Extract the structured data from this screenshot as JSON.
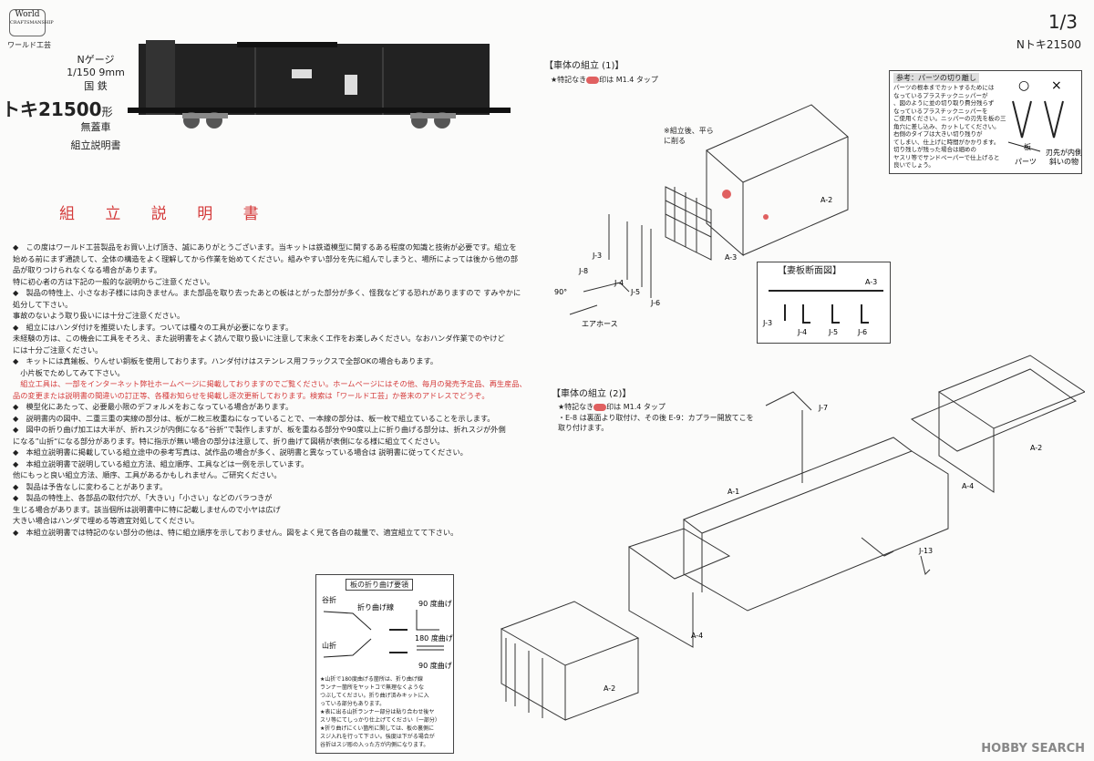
{
  "brand": {
    "logo_line1": "World",
    "logo_line2": "CRAFTSMANSHIP",
    "maker": "ワールド工芸"
  },
  "header": {
    "gauge": "Nゲージ",
    "scale": "1/150 9mm",
    "railway": "国 鉄",
    "model": "トキ21500",
    "model_suffix": "形",
    "car_type": "無蓋車",
    "doc_type": "組立説明書"
  },
  "page": {
    "number": "1/3",
    "code": "Nトキ21500"
  },
  "doc_title": "組 立 説 明 書",
  "paragraphs": [
    {
      "text": "◆　この度はワールド工芸製品をお買い上げ頂き、誠にありがとうございます。当キットは鉄道模型に関するある程度の知識と技術が必要です。組立を",
      "red": false
    },
    {
      "text": "始める前にまず通読して、全体の構造をよく理解してから作業を始めてください。組みやすい部分を先に組んでしまうと、場所によっては後から他の部",
      "red": false
    },
    {
      "text": "品が取りつけられなくなる場合があります。",
      "red": false
    },
    {
      "text": "特に初心者の方は下記の一般的な説明からご注意ください。",
      "red": false
    },
    {
      "text": "◆　製品の特性上、小さなお子様には向きません。また部品を取り去ったあとの板はとがった部分が多く、怪我などする恐れがありますので すみやかに",
      "red": false
    },
    {
      "text": "処分して下さい。",
      "red": false
    },
    {
      "text": "事故のないよう取り扱いには十分ご注意ください。",
      "red": false
    },
    {
      "text": "◆　組立にはハンダ付けを推奨いたします。ついては種々の工具が必要になります。",
      "red": false
    },
    {
      "text": "未経験の方は、この機会に工具をそろえ、また説明書をよく読んで取り扱いに注意して末永く工作をお楽しみください。なおハンダ作業でのやけど",
      "red": false
    },
    {
      "text": "には十分ご注意ください。",
      "red": false
    },
    {
      "text": "◆　キットには真鍮板、りんせい銅板を使用しております。ハンダ付けはステンレス用フラックスで全部OKの場合もあります。",
      "red": false
    },
    {
      "text": "　小片板でためしてみて下さい。",
      "red": false
    },
    {
      "text": "　組立工具は、一部をインターネット弊社ホームページに掲載しておりますのでご覧ください。ホームページにはその他、毎月の発売予定品、再生産品、",
      "red": true
    },
    {
      "text": "品の変更または説明書の間違いの訂正等、各種お知らせを掲載し逐次更新しております。検索は「ワールド工芸」か巻末のアドレスでどうぞ。",
      "red": true
    },
    {
      "text": "◆　模型化にあたって、必要最小限のデフォルメをおこなっている場合があります。",
      "red": false
    },
    {
      "text": "◆　説明書内の図中、二重三重の実線の部分は、板が二枚三枚重ねになっていることで、一本線の部分は、板一枚で組立ていることを示します。",
      "red": false
    },
    {
      "text": "◆　図中の折り曲げ加工は大半が、折れスジが内側になる“谷折”で製作しますが、板を重ねる部分や90度以上に折り曲げる部分は、折れスジが外側",
      "red": false
    },
    {
      "text": "になる”山折“になる部分があります。特に指示が無い場合の部分は注意して、折り曲げて図柄が表側になる様に組立てください。",
      "red": false
    },
    {
      "text": "◆　本組立説明書に掲載している組立途中の参考写真は、試作品の場合が多く、説明書と異なっている場合は 説明書に従ってください。",
      "red": false
    },
    {
      "text": "◆　本組立説明書で説明している組立方法、組立順序、工具などは一例を示しています。",
      "red": false
    },
    {
      "text": "他にもっと良い組立方法、順序、工具があるかもしれません。ご研究ください。",
      "red": false
    },
    {
      "text": "◆　製品は予告なしに変わることがあります。",
      "red": false
    },
    {
      "text": "◆　製品の特性上、各部品の取付穴が、「大きい」「小さい」などのバラつきが",
      "red": false
    },
    {
      "text": "生じる場合があります。該当個所は説明書中に特に記載しませんので小ヤは広げ",
      "red": false
    },
    {
      "text": "大きい場合はハンダで埋める等適宜対処してください。",
      "red": false
    },
    {
      "text": "◆　本組立説明書では特記のない部分の他は、特に組立順序を示しておりません。図をよく見て各自の裁量で、適宜組立てて下さい。",
      "red": false
    }
  ],
  "section1": {
    "title": "【車体の組立 (1)】",
    "note_pre": "★特記なき",
    "note_post": "印は M1.4 タップ",
    "callout": "※組立後、平らに削る",
    "labels": [
      "A-2",
      "A-3",
      "J-3",
      "J-4",
      "J-5",
      "J-6",
      "J-8",
      "90°",
      "エアホース"
    ]
  },
  "tip_box": {
    "title": "参考：パーツの切り離し",
    "lines": [
      "パーツの根本までカットするためには",
      "なっているプラスチックニッパーが",
      "、図のように並の切り取り費分残らず",
      "なっているプラスチックニッパーを",
      "ご使用ください。ニッパーの刃先を板の三",
      "角穴に差し込み、カットしてください。",
      "右側のタイプは大きい切り残りが",
      "てしまい、仕上げに時間がかかります。",
      "切り残しが残った場合は細めの",
      "ヤスリ等でサンドペーパーで仕上げると",
      "良いでしょう。"
    ],
    "labels": [
      "○",
      "×",
      "板",
      "パーツ",
      "刃先が内側に",
      "斜いの物"
    ]
  },
  "section_box": {
    "title": "【妻板断面図】",
    "labels": [
      "A-3",
      "J-3",
      "J-4",
      "J-5",
      "J-6"
    ]
  },
  "section2": {
    "title": "【車体の組立 (2)】",
    "note_pre": "★特記なき",
    "note_post": "印は M1.4 タップ",
    "line2": "・E-8 は裏面より取付け、その後 E-9：カプラー開放てこを",
    "line3": "取り付けます。",
    "labels": [
      "J-7",
      "A-1",
      "A-2",
      "A-4",
      "A-4",
      "J-13",
      "A-2"
    ]
  },
  "fold_box": {
    "title": "板の折り曲げ要領",
    "labels": [
      "谷折",
      "折り曲げ線",
      "90 度曲げ",
      "山折",
      "180 度曲げ",
      "90 度曲げ"
    ],
    "notes": [
      "★山折で180度曲げる箇所は、折り曲げ線",
      "ランナー箇所をヤットコで無理なくような",
      "つぶしてください。折り曲げ済みキットに入",
      "っている部分もあります。",
      "★表に出る山折ランナー部分は貼り合わせ後ヤ",
      "スリ等にてしっかり仕上げてください（一部分）",
      "★折り曲げにくい箇所に関しては、板の裏側に",
      "スジ入れを行って下さい。強度は下がる場合が",
      "谷折はスジ彫の入った方が内側になります。"
    ]
  },
  "watermark": "HOBBY SEARCH"
}
